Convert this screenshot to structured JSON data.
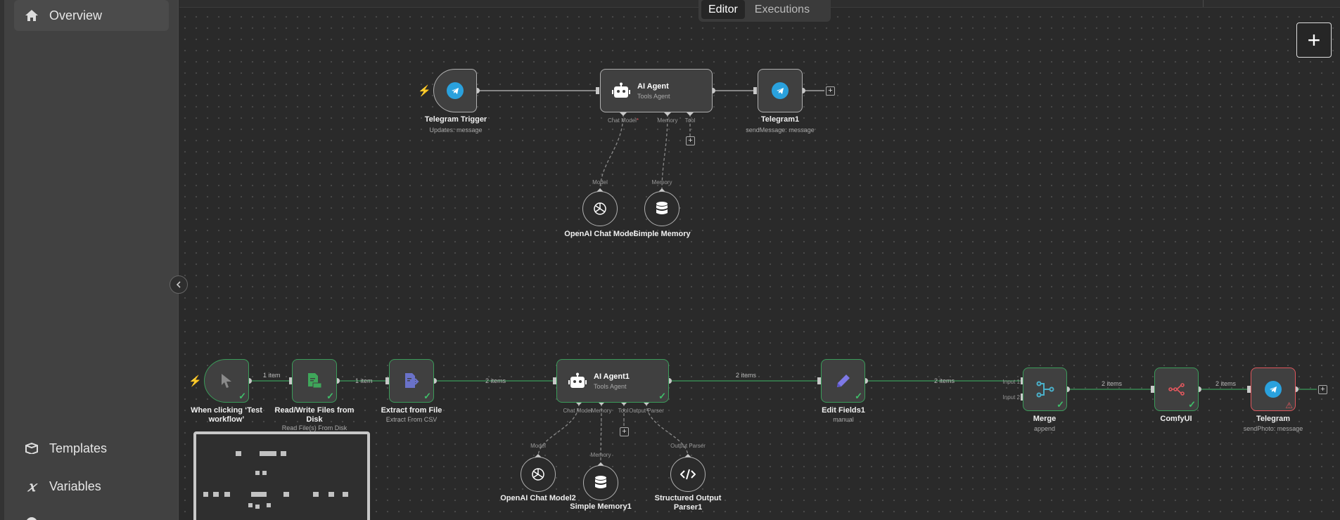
{
  "sidebar": {
    "overview": "Overview",
    "templates": "Templates",
    "variables": "Variables"
  },
  "tabs": {
    "editor": "Editor",
    "executions": "Executions"
  },
  "add_label": "+",
  "icons": {
    "overview": "house-icon",
    "templates": "templates-box-icon",
    "variables": "variable-x-icon",
    "collapse": "chevron-left-icon"
  },
  "colors": {
    "success": "#3b9c5a",
    "error": "#e0575d",
    "telegram": "#2aa1dd",
    "trigger": "#e0575d"
  },
  "top_workflow": {
    "telegram_trigger": {
      "label": "Telegram Trigger",
      "sub": "Updates: message"
    },
    "ai_agent": {
      "label": "AI Agent",
      "sub": "Tools Agent",
      "ports": [
        "Chat Model",
        "Memory",
        "Tool"
      ]
    },
    "telegram1": {
      "label": "Telegram1",
      "sub": "sendMessage: message"
    },
    "openai_chat_model": {
      "label": "OpenAI Chat Model",
      "port": "Model"
    },
    "simple_memory": {
      "label": "Simple Memory",
      "port": "Memory"
    }
  },
  "bottom_workflow": {
    "manual_trigger": {
      "label": "When clicking ‘Test workflow’"
    },
    "read_write": {
      "label": "Read/Write Files from Disk",
      "sub": "Read File(s) From Disk"
    },
    "extract": {
      "label": "Extract from File",
      "sub": "Extract From CSV"
    },
    "ai_agent1": {
      "label": "AI Agent1",
      "sub": "Tools Agent",
      "ports": [
        "Chat Model",
        "Memory",
        "Tool",
        "Output Parser"
      ]
    },
    "edit_fields": {
      "label": "Edit Fields1",
      "sub": "manual"
    },
    "merge": {
      "label": "Merge",
      "sub": "append",
      "inputs": [
        "Input 1",
        "Input 2"
      ]
    },
    "comfyui": {
      "label": "ComfyUI"
    },
    "telegram": {
      "label": "Telegram",
      "sub": "sendPhoto: message"
    },
    "openai_chat_model2": {
      "label": "OpenAI Chat Model2",
      "port": "Model"
    },
    "simple_memory1": {
      "label": "Simple Memory1",
      "port": "Memory"
    },
    "structured_parser": {
      "label": "Structured Output Parser1",
      "port": "Output Parser"
    },
    "edge_labels": [
      "1 item",
      "1 item",
      "2 items",
      "2 items",
      "2 items",
      "2 items",
      "2 items"
    ]
  }
}
